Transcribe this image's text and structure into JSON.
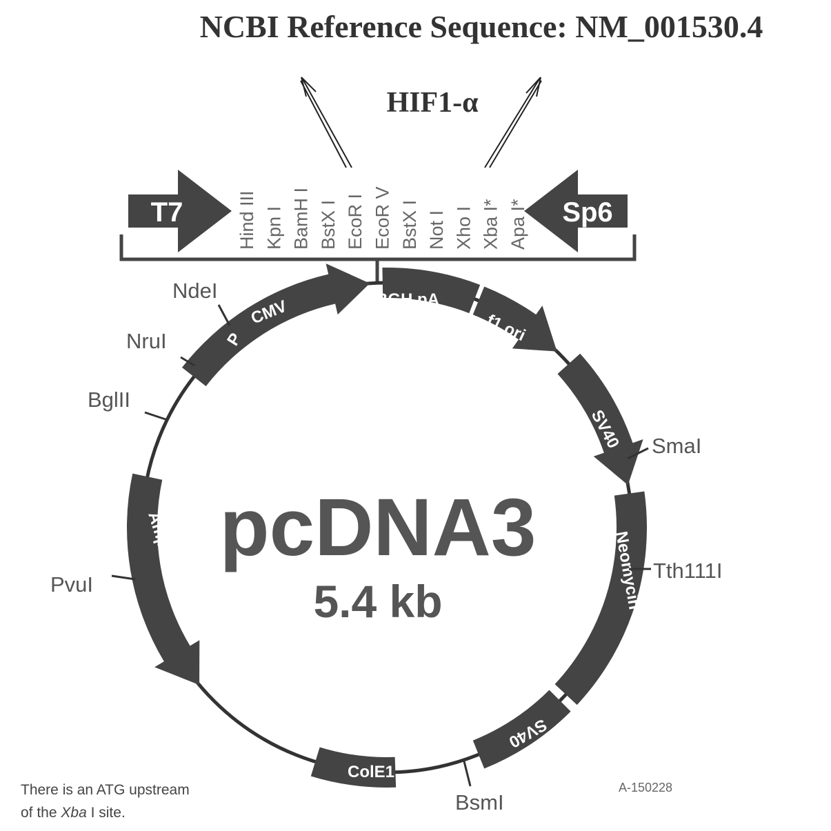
{
  "header": {
    "reference": "NCBI Reference Sequence: NM_001530.4",
    "insert": "HIF1-α"
  },
  "promoters": {
    "left": "T7",
    "right": "Sp6"
  },
  "mcs_sites": [
    "Hind III",
    "Kpn I",
    "BamH I",
    "BstX I",
    "EcoR I",
    "EcoR V",
    "BstX I",
    "Not I",
    "Xho I",
    "Xba I*",
    "Apa I*"
  ],
  "plasmid": {
    "name": "pcDNA3",
    "size": "5.4 kb"
  },
  "features": {
    "pcmv_p": "P",
    "pcmv_cmv": "CMV",
    "bgh": "BGH pA",
    "f1": "f1 ori",
    "sv40_top": "SV40",
    "neo": "Neomycin",
    "sv40_bottom": "SV40",
    "cole1": "ColE1",
    "amp": "Ampicillin"
  },
  "sites": {
    "ndei": "NdeI",
    "nrui": "NruI",
    "bglii": "BglII",
    "pvui": "PvuI",
    "smai": "SmaI",
    "tth": "Tth111I",
    "bsmi": "BsmI"
  },
  "footnote": {
    "line1": "There is an ATG upstream",
    "line2_pre": "of the ",
    "line2_em": "Xba",
    "line2_post": " I site."
  },
  "catalog": "A-150228",
  "colors": {
    "feature": "#444444",
    "ring": "#333333",
    "text": "#555555"
  }
}
